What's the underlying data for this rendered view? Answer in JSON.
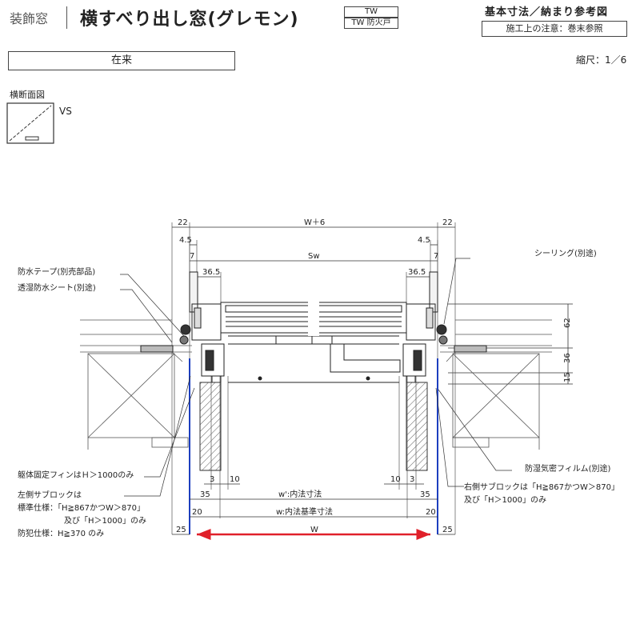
{
  "header": {
    "category": "装飾窓",
    "title": "横すべり出し窓(グレモン)",
    "tags": [
      "TW",
      "TW 防火戸"
    ],
    "right_title": "基本寸法／納まり参考図",
    "note": "施工上の注意：巻末参照"
  },
  "install_type": "在来",
  "scale": "縮尺：1／6",
  "section_label": "横断面図",
  "view_label": "VS",
  "dims": {
    "top_left": "22",
    "top_center": "W＋6",
    "top_right": "22",
    "left_45": "4.5",
    "right_45": "4.5",
    "left_7": "7",
    "right_7": "7",
    "sw": "Sw",
    "left_365": "36.5",
    "right_365": "36.5",
    "right_62": "62",
    "right_36": "36",
    "right_15": "15",
    "left_3": "3",
    "left_10": "10",
    "right_10": "10",
    "right_3": "3",
    "left_35": "35",
    "inner": "w':内法寸法",
    "right_35": "35",
    "left_20": "20",
    "inner_std": "w:内法基準寸法",
    "right_20": "20",
    "left_25": "25",
    "w": "W",
    "right_25": "25"
  },
  "annotations": {
    "tape": "防水テープ(別売部品)",
    "sheet": "透湿防水シート(別途)",
    "sealing": "シーリング(別途)",
    "fin": "躯体固定フィンはＨ＞1000のみ",
    "film": "防湿気密フィルム(別途)",
    "left_block_1": "左側サブロックは",
    "left_block_2": "標準仕様：「H≧867かつW＞870」",
    "left_block_3": "及び「H＞1000」のみ",
    "left_block_4": "防犯仕様：H≧370 のみ",
    "right_block_1": "右側サブロックは「H≧867かつW＞870」",
    "right_block_2": "及び「H＞1000」のみ"
  }
}
